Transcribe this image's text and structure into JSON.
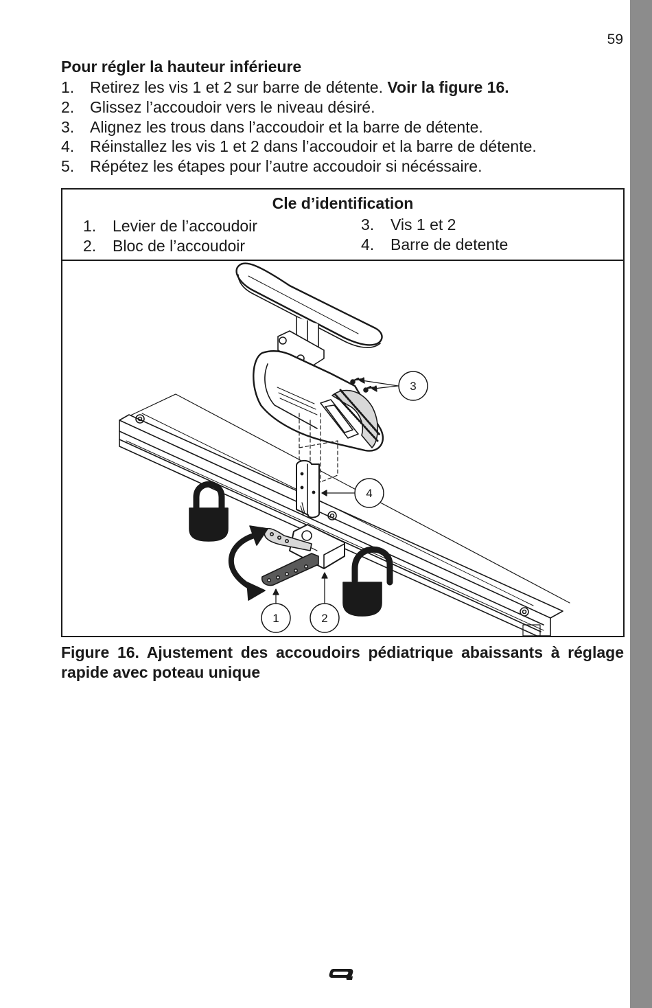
{
  "page": {
    "number": "59"
  },
  "section": {
    "heading": "Pour régler la hauteur inférieure",
    "steps": [
      {
        "num": "1.",
        "text": "Retirez les vis 1 et 2 sur barre de détente. ",
        "bold": "Voir la figure 16."
      },
      {
        "num": "2.",
        "text": "Glissez l’accoudoir vers le niveau désiré.",
        "bold": ""
      },
      {
        "num": "3.",
        "text": "Alignez les trous dans l’accoudoir et la barre de détente.",
        "bold": ""
      },
      {
        "num": "4.",
        "text": "Réinstallez les vis 1 et 2 dans l’accoudoir et la barre de détente.",
        "bold": ""
      },
      {
        "num": "5.",
        "text": "Répétez les étapes pour l’autre accoudoir si nécéssaire.",
        "bold": ""
      }
    ]
  },
  "figure": {
    "key_title": "Cle d’identification",
    "key_items": [
      {
        "num": "1.",
        "label": "Levier de l’accoudoir"
      },
      {
        "num": "2.",
        "label": "Bloc de l’accoudoir"
      },
      {
        "num": "3.",
        "label": "Vis 1 et 2"
      },
      {
        "num": "4.",
        "label": "Barre de detente"
      }
    ],
    "callouts": [
      "1",
      "2",
      "3",
      "4"
    ],
    "caption": "Figure 16. Ajustement des accoudoirs pédiatrique abaissants à réglage rapide avec poteau unique"
  },
  "colors": {
    "side_bar": "#8c8c8c",
    "ink": "#1a1a1a"
  },
  "icons": [
    "locked-padlock-icon",
    "unlocked-padlock-icon",
    "rotate-arrow-icon",
    "quantum-logo-icon"
  ]
}
